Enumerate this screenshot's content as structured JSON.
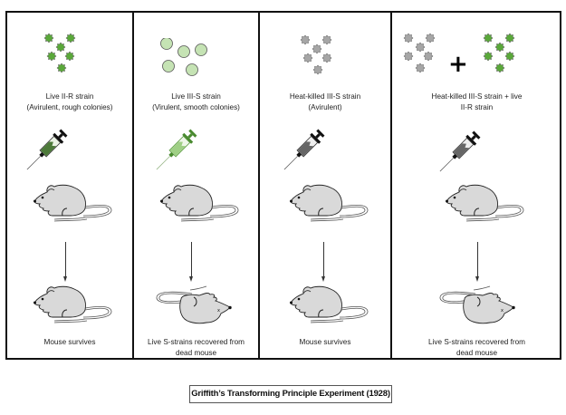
{
  "title": "Griffith’s Transforming Principle Experiment (1928)",
  "colors": {
    "rough_strain": "#5aa83a",
    "smooth_strain": "#c5e3b4",
    "heat_killed": "#a6a6a6",
    "mouse_body": "#d9d9d9",
    "border": "#111111"
  },
  "panels": [
    {
      "id": "live-ii-r",
      "bacteria": {
        "type": "rough-star",
        "color_key": "rough_strain",
        "count": 6
      },
      "label_line1": "Live II-R strain",
      "label_line2": "(Avirulent, rough colonies)",
      "syringe_icon": "syringe-green-dark",
      "mouse_before": "mouse-alive-icon",
      "mouse_after": "mouse-alive-icon",
      "outcome_line1": "Mouse survives",
      "outcome_line2": ""
    },
    {
      "id": "live-iii-s",
      "bacteria": {
        "type": "smooth-circle",
        "color_key": "smooth_strain",
        "count": 5
      },
      "label_line1": "Live III-S strain",
      "label_line2": "(Virulent, smooth colonies)",
      "syringe_icon": "syringe-green-light",
      "mouse_before": "mouse-alive-icon",
      "mouse_after": "mouse-dead-icon",
      "outcome_line1": "Live S-strains recovered from",
      "outcome_line2": "dead mouse"
    },
    {
      "id": "heat-killed-iii-s",
      "bacteria": {
        "type": "rough-star",
        "color_key": "heat_killed",
        "count": 6
      },
      "label_line1": "Heat-killed III-S strain",
      "label_line2": "(Avirulent)",
      "syringe_icon": "syringe-gray",
      "mouse_before": "mouse-alive-icon",
      "mouse_after": "mouse-alive-icon",
      "outcome_line1": "Mouse survives",
      "outcome_line2": ""
    },
    {
      "id": "heat-killed-plus-live",
      "bacteria": {
        "type": "mixed",
        "count_gray": 6,
        "count_green": 6
      },
      "plus_symbol": "+",
      "label_line1": "Heat-killed III-S strain + live",
      "label_line2": "II-R strain",
      "syringe_icon": "syringe-gray",
      "mouse_before": "mouse-alive-icon",
      "mouse_after": "mouse-dead-icon",
      "outcome_line1": "Live S-strains recovered from",
      "outcome_line2": "dead mouse"
    }
  ]
}
